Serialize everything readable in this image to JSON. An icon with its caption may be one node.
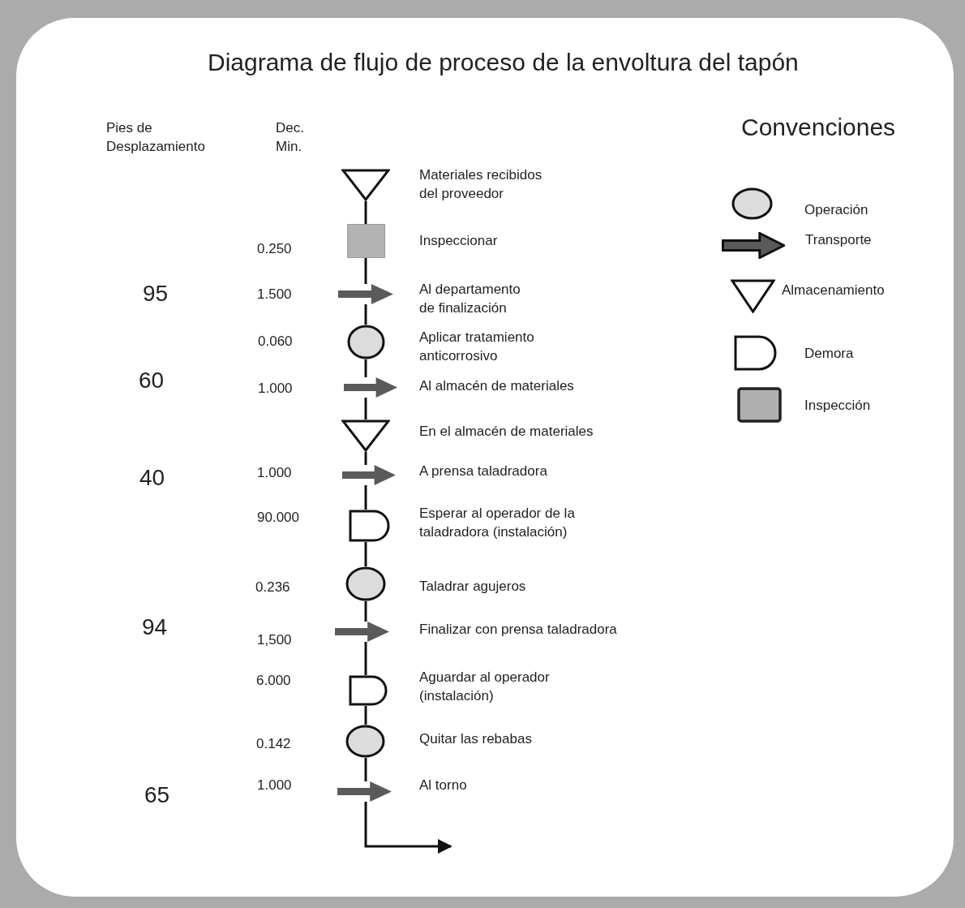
{
  "diagram": {
    "title": "Diagrama de flujo de proceso de la envoltura del tapón",
    "nodes": [
      {
        "text": [],
        "shape": "triangle",
        "beside": [
          "Materiales recibidos del proveedor"
        ]
      },
      {
        "text": [],
        "shape": "square",
        "beside": [
          "Inspeccionar"
        ]
      },
      {
        "text": [],
        "shape": "arrow",
        "beside": [
          "Al departamento de finalización"
        ]
      },
      {
        "text": [],
        "shape": "circle",
        "beside": [
          "Aplicar tratamiento anticorrosivo"
        ]
      },
      {
        "text": [],
        "shape": "arrow",
        "beside": [
          "Al almacén de materiales"
        ]
      },
      {
        "text": [],
        "shape": "triangle",
        "beside": [
          "En el almacén de materiales"
        ]
      },
      {
        "text": [],
        "shape": "arrow",
        "beside": [
          "A prensa taladradora"
        ]
      },
      {
        "text": [],
        "shape": "delay",
        "beside": [
          "Esperar al operador de la taladradora (instalación)"
        ]
      },
      {
        "text": [],
        "shape": "circle",
        "beside": [
          "Taladrar agujeros"
        ]
      },
      {
        "text": [],
        "shape": "arrow",
        "beside": [
          "Finalizar con prensa taladradora"
        ]
      },
      {
        "text": [],
        "shape": "delay",
        "beside": [
          "Aguardar al operador (instalación)"
        ]
      },
      {
        "text": [],
        "shape": "circle",
        "beside": [
          "Quitar las rebabas"
        ]
      },
      {
        "text": [],
        "shape": "arrow",
        "beside": [
          "Al torno"
        ]
      }
    ],
    "edges": [
      {
        "from": 0,
        "to": 1,
        "arrow": "none"
      },
      {
        "from": 1,
        "to": 2,
        "arrow": "none"
      },
      {
        "from": 2,
        "to": 3,
        "arrow": "none"
      },
      {
        "from": 3,
        "to": 4,
        "arrow": "none"
      },
      {
        "from": 4,
        "to": 5,
        "arrow": "none"
      },
      {
        "from": 5,
        "to": 6,
        "arrow": "none"
      },
      {
        "from": 6,
        "to": 7,
        "arrow": "none"
      },
      {
        "from": 7,
        "to": 8,
        "arrow": "none"
      },
      {
        "from": 8,
        "to": 9,
        "arrow": "none"
      },
      {
        "from": 9,
        "to": 10,
        "arrow": "none"
      },
      {
        "from": 10,
        "to": 11,
        "arrow": "none"
      },
      {
        "from": 11,
        "to": 12,
        "arrow": "none"
      },
      {
        "from": 12,
        "to": null,
        "arrow": "to"
      }
    ],
    "labels": [
      "Pies de Desplazamiento",
      "Dec. Min.",
      "Convenciones",
      "0.250",
      "95",
      "1.500",
      "0.060",
      "60",
      "1.000",
      "40",
      "1.000",
      "90.000",
      "0.236",
      "94",
      "1,500",
      "6.000",
      "0.142",
      "65",
      "1.000"
    ],
    "legend": [
      {
        "text": "Operación"
      },
      {
        "text": "Transporte"
      },
      {
        "text": "Almacenamiento"
      },
      {
        "text": "Demora"
      },
      {
        "text": "Inspección"
      }
    ]
  }
}
